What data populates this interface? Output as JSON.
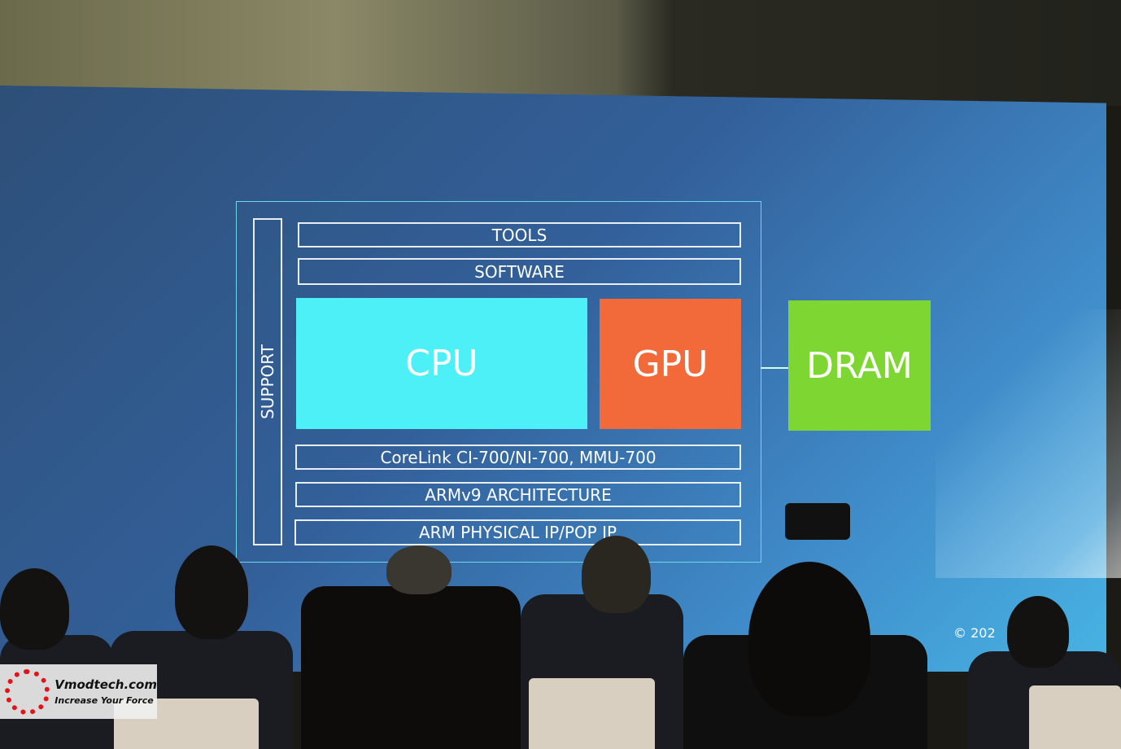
{
  "slide": {
    "support": "SUPPORT",
    "tools": "TOOLS",
    "software": "SOFTWARE",
    "cpu": "CPU",
    "gpu": "GPU",
    "dram": "DRAM",
    "corelink": "CoreLink CI-700/NI-700, MMU-700",
    "armv9": "ARMv9 ARCHITECTURE",
    "physical": "ARM PHYSICAL IP/POP IP",
    "copyright": "© 202",
    "colors": {
      "cpu": "#4ef0f8",
      "gpu": "#f26a3a",
      "dram": "#7ed632"
    }
  },
  "watermark": {
    "site": "Vmodtech.com",
    "tagline": "Increase Your Force"
  }
}
